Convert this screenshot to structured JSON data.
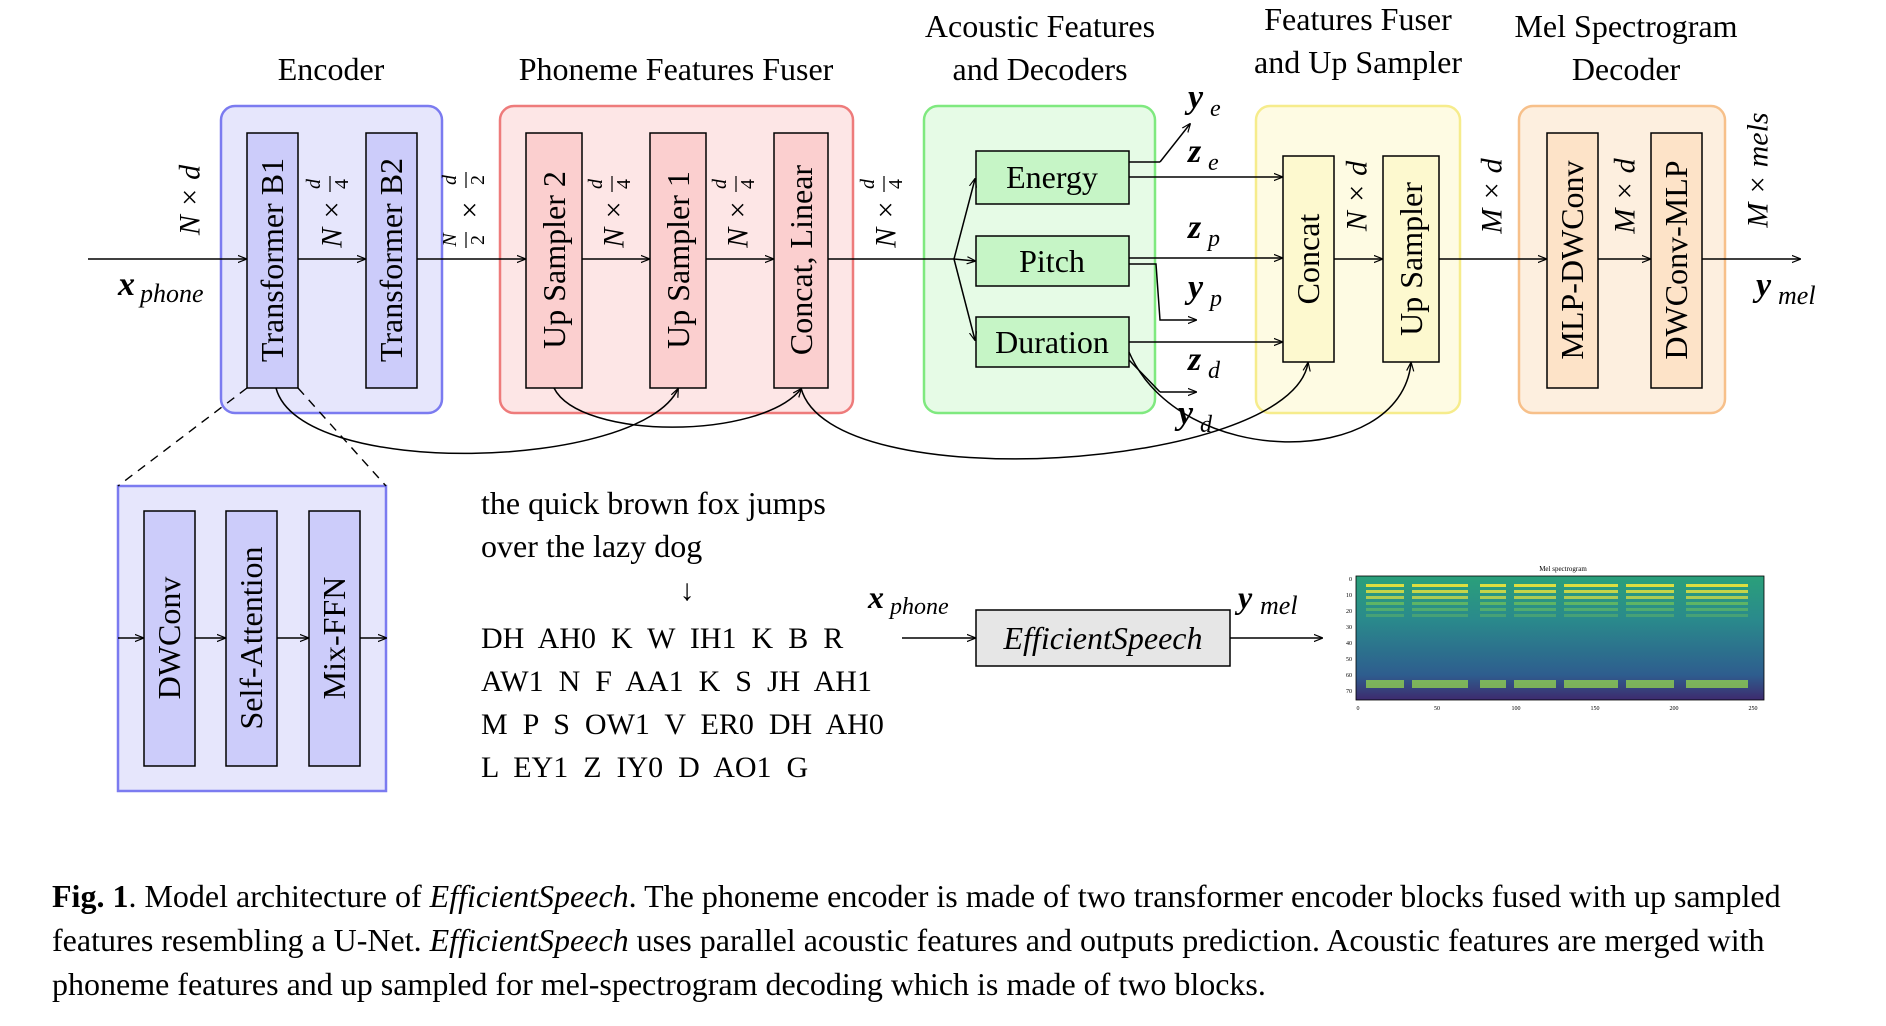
{
  "sections": {
    "encoder": [
      "Encoder"
    ],
    "fuser": [
      "Phoneme Features Fuser"
    ],
    "acoustic": [
      "Acoustic Features",
      "and Decoders"
    ],
    "upsampler": [
      "Features Fuser",
      "and Up Sampler"
    ],
    "mel": [
      "Mel Spectrogram",
      "Decoder"
    ]
  },
  "blocks": {
    "transformer_b1": "Transformer B1",
    "transformer_b2": "Transformer B2",
    "up_sampler_2": "Up Sampler 2",
    "up_sampler_1": "Up Sampler 1",
    "concat_linear": "Concat, Linear",
    "energy": "Energy",
    "pitch": "Pitch",
    "duration": "Duration",
    "concat": "Concat",
    "up_sampler": "Up Sampler",
    "mlp_dwconv": "MLP-DWConv",
    "dwconv_mlp": "DWConv-MLP",
    "dwconv": "DWConv",
    "self_attention": "Self-Attention",
    "mix_ffn": "Mix-FFN",
    "efficientspeech": "EfficientSpeech"
  },
  "symbols": {
    "x": "x",
    "y": "y",
    "z": "z",
    "phone": "phone",
    "mel": "mel",
    "e": "e",
    "p": "p",
    "d": "d"
  },
  "dims": {
    "n_times_d": "N × d",
    "n_times_d4_prefix": "N ×",
    "n2_times_d2_mid": "×",
    "n": "N",
    "two": "2",
    "d": "d",
    "four": "4",
    "m_times_d": "M × d",
    "m_times_mels": "M × mels"
  },
  "example": {
    "text_lines": [
      "the quick brown fox jumps",
      "over the lazy dog"
    ],
    "arrow": "↓",
    "phoneme_lines": [
      "DH  AH0  K  W  IH1  K  B  R",
      "AW1  N  F  AA1  K  S  JH  AH1",
      "M  P  S  OW1  V  ER0  DH  AH0",
      "L  EY1  Z  IY0  D  AO1  G"
    ]
  },
  "spectrogram": {
    "title": "Mel spectrogram",
    "y_ticks": [
      "0",
      "10",
      "20",
      "30",
      "40",
      "50",
      "60",
      "70"
    ],
    "x_ticks": [
      "0",
      "50",
      "100",
      "150",
      "200",
      "250"
    ]
  },
  "caption": {
    "fig_label": "Fig. 1",
    "part1": ". Model architecture of ",
    "name1": "EfficientSpeech",
    "part2": ". The phoneme encoder is made of two transformer encoder blocks fused with up sampled features resembling a U-Net. ",
    "name2": "EfficientSpeech",
    "part3": " uses parallel acoustic features and outputs prediction. Acoustic features are merged with phoneme features and up sampled for mel-spectrogram decoding which is made of two blocks."
  },
  "colors": {
    "encoder_border": "#7b7bf0",
    "encoder_fill": "#e6e6fc",
    "block_purple": "#ccccfa",
    "fuser_border": "#ee7b7b",
    "fuser_fill": "#fde6e6",
    "block_pink": "#fbcfcf",
    "acoustic_border": "#7fe97f",
    "acoustic_fill": "#e6fbe6",
    "block_green": "#c6f5c6",
    "upsampler_border": "#f6ec8c",
    "upsampler_fill": "#fefbe3",
    "block_yellow": "#fdf9cf",
    "mel_border": "#f7c08a",
    "mel_fill": "#fdefdf",
    "block_orange": "#fde3c8",
    "es_fill": "#e6e6e6"
  }
}
